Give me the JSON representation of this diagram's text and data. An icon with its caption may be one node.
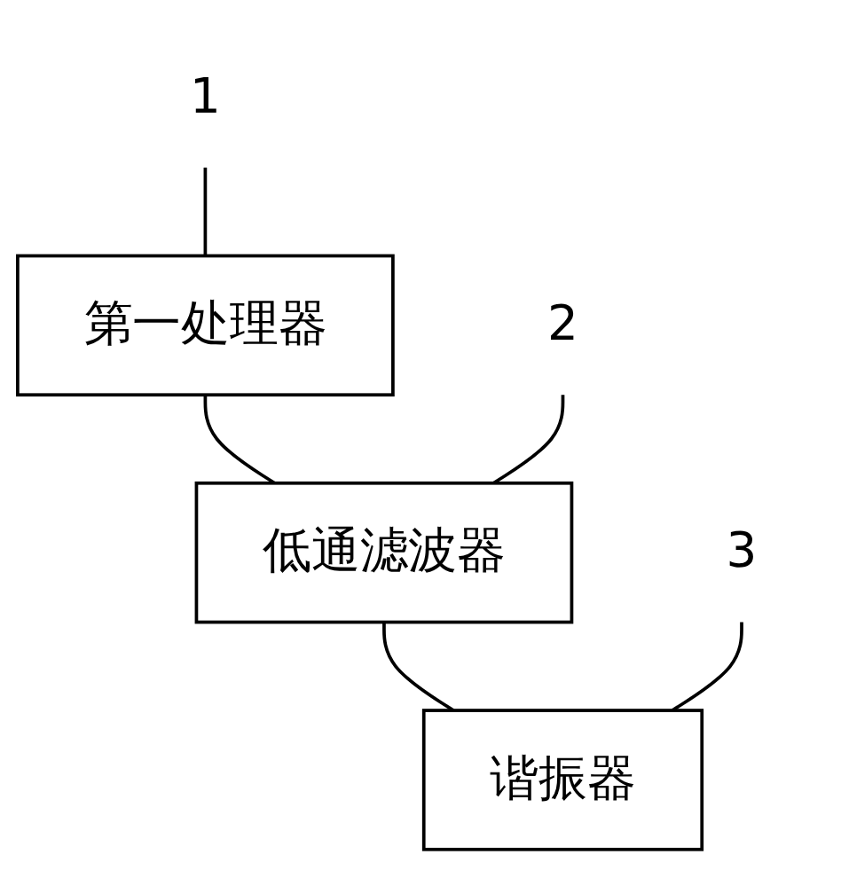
{
  "diagram": {
    "nodes": [
      {
        "text": [
          "第一处理器"
        ]
      },
      {
        "text": [
          "低通滤波器"
        ]
      },
      {
        "text": [
          "谐振器"
        ]
      },
      {
        "text": [
          "1"
        ]
      },
      {
        "text": [
          "2"
        ]
      },
      {
        "text": [
          "3"
        ]
      }
    ],
    "edges": [
      {
        "from": 0,
        "to": 1,
        "arrow": "none"
      },
      {
        "from": 1,
        "to": 2,
        "arrow": "none"
      },
      {
        "from": 3,
        "to": 0,
        "arrow": "none"
      },
      {
        "from": 4,
        "to": 1,
        "arrow": "none"
      },
      {
        "from": 5,
        "to": 2,
        "arrow": "none"
      }
    ]
  }
}
